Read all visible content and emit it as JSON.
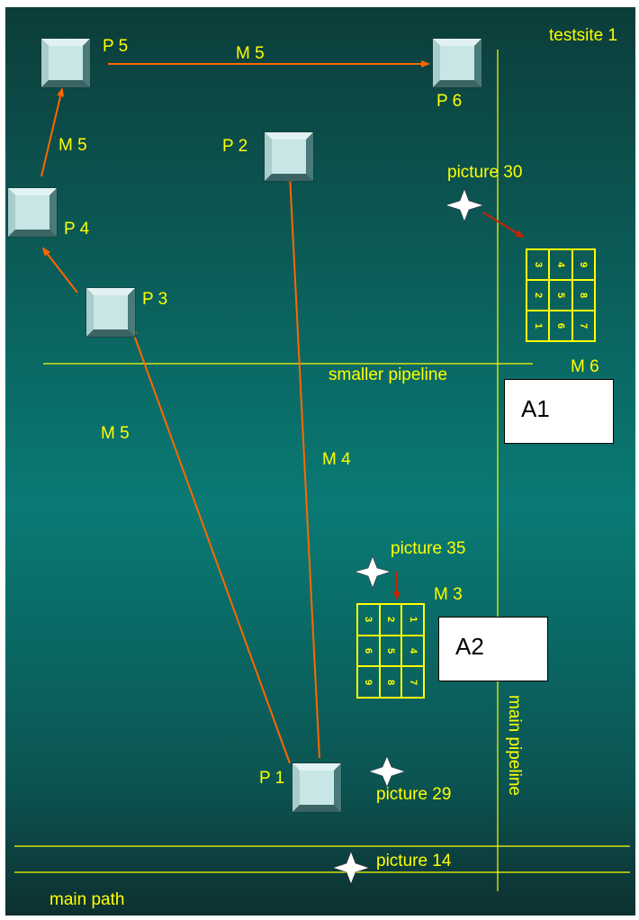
{
  "labels": {
    "site": "testsite 1",
    "main_path": "main path",
    "main_pipeline": "main pipeline",
    "smaller_pipeline": "smaller pipeline"
  },
  "points": {
    "p1": "P 1",
    "p2": "P 2",
    "p3": "P 3",
    "p4": "P 4",
    "p5": "P 5",
    "p6": "P 6"
  },
  "measurements": {
    "m5_top": "M 5",
    "m5_left": "M 5",
    "m5_long": "M 5",
    "m4": "M 4",
    "m6": "M 6",
    "m3": "M 3"
  },
  "pictures": {
    "p30": "picture 30",
    "p35": "picture 35",
    "p29": "picture 29",
    "p14": "picture 14"
  },
  "areas": {
    "a1": "A1",
    "a2": "A2"
  },
  "grid_a1": [
    "3",
    "4",
    "9",
    "2",
    "5",
    "8",
    "1",
    "6",
    "7"
  ],
  "grid_a2": [
    "3",
    "2",
    "1",
    "6",
    "5",
    "4",
    "9",
    "8",
    "7"
  ],
  "colors": {
    "bg_top": "#0c4a44",
    "bg_mid": "#0a7a74",
    "bg_bottom": "#0f3a3a",
    "line_yellow": "#ffff00",
    "arrow_orange": "#ff6600",
    "arrow_red": "#cc2200"
  }
}
